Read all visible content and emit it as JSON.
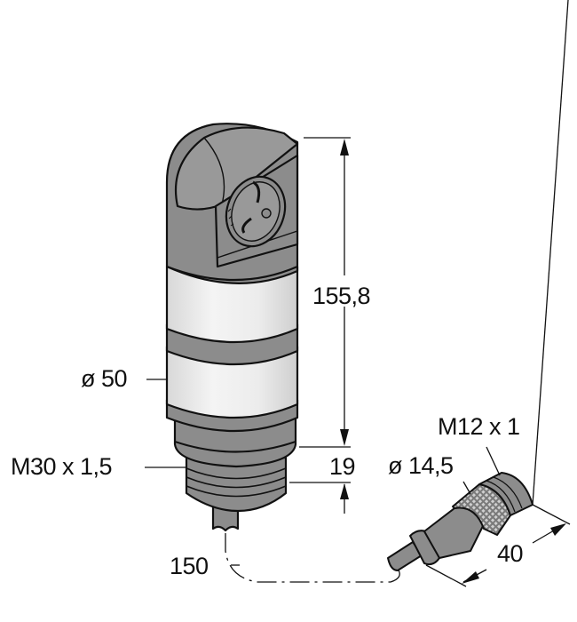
{
  "diagram": {
    "type": "technical-dimension-drawing",
    "subject": "signal tower with M30 mounting thread and M12 connector cable",
    "colors": {
      "body_dark": "#8c8c8c",
      "body_light": "#e8e8e8",
      "outline": "#111111",
      "background": "#ffffff"
    },
    "dimensions": {
      "height_total": "155,8",
      "diameter_body": "ø 50",
      "thread_mount": "M30 x 1,5",
      "thread_height": "19",
      "cable_length": "150",
      "connector_thread": "M12 x 1",
      "connector_diameter": "ø 14,5",
      "connector_length": "40"
    }
  }
}
